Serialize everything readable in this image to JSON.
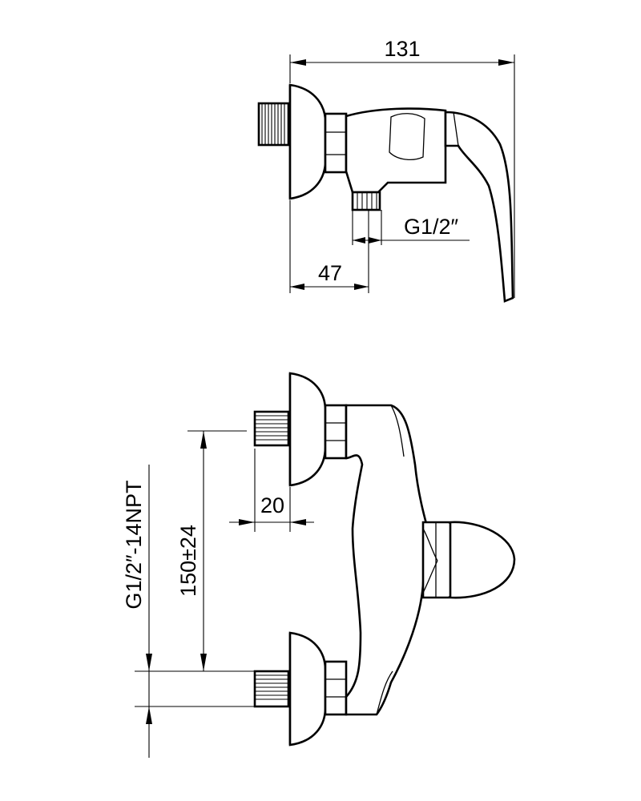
{
  "side_view": {
    "dim_overall_width": "131",
    "dim_outlet_thread": "G1/2″",
    "dim_outlet_offset": "47"
  },
  "front_view": {
    "dim_inlet_thread": "G1/2″-14NPT",
    "dim_center_distance": "150±24",
    "dim_thread_length": "20"
  },
  "colors": {
    "line": "#000000",
    "background": "#ffffff"
  }
}
